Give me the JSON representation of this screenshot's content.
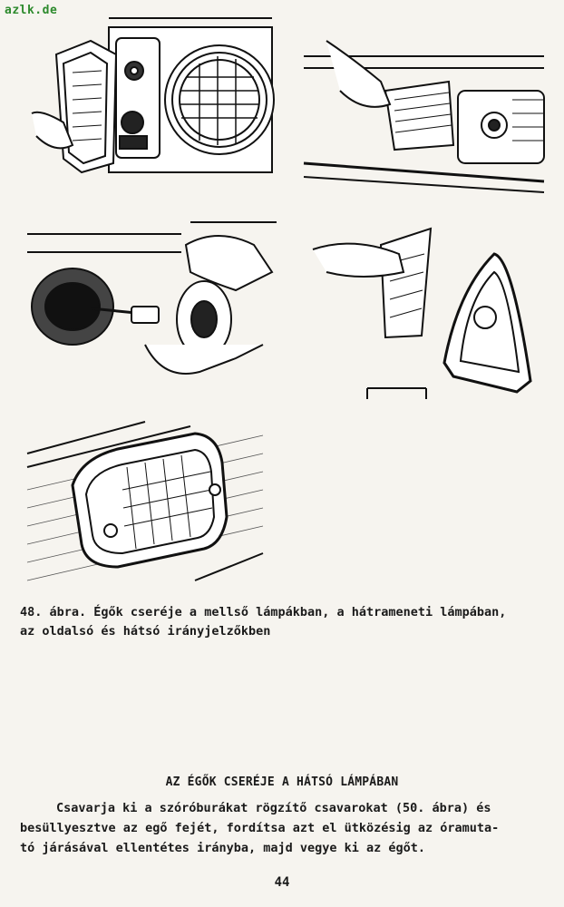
{
  "site_tag": "azlk.de",
  "figure": {
    "caption_line1": "48. ábra. Égők cseréje a mellső lámpákban, a hátrameneti lámpában,",
    "caption_line2": "az oldalsó és hátsó irányjelzőkben"
  },
  "section": {
    "heading": "AZ ÉGŐK CSERÉJE A HÁTSÓ LÁMPÁBAN",
    "line1": "Csavarja ki a szóróburákat rögzítő csavarokat (50. ábra) és",
    "line2": "besüllyesztve az egő fejét, fordítsa azt el ütközésig az óramuta-",
    "line3": "tó járásával ellentétes irányba, majd vegye ki az égőt."
  },
  "page_number": "44"
}
